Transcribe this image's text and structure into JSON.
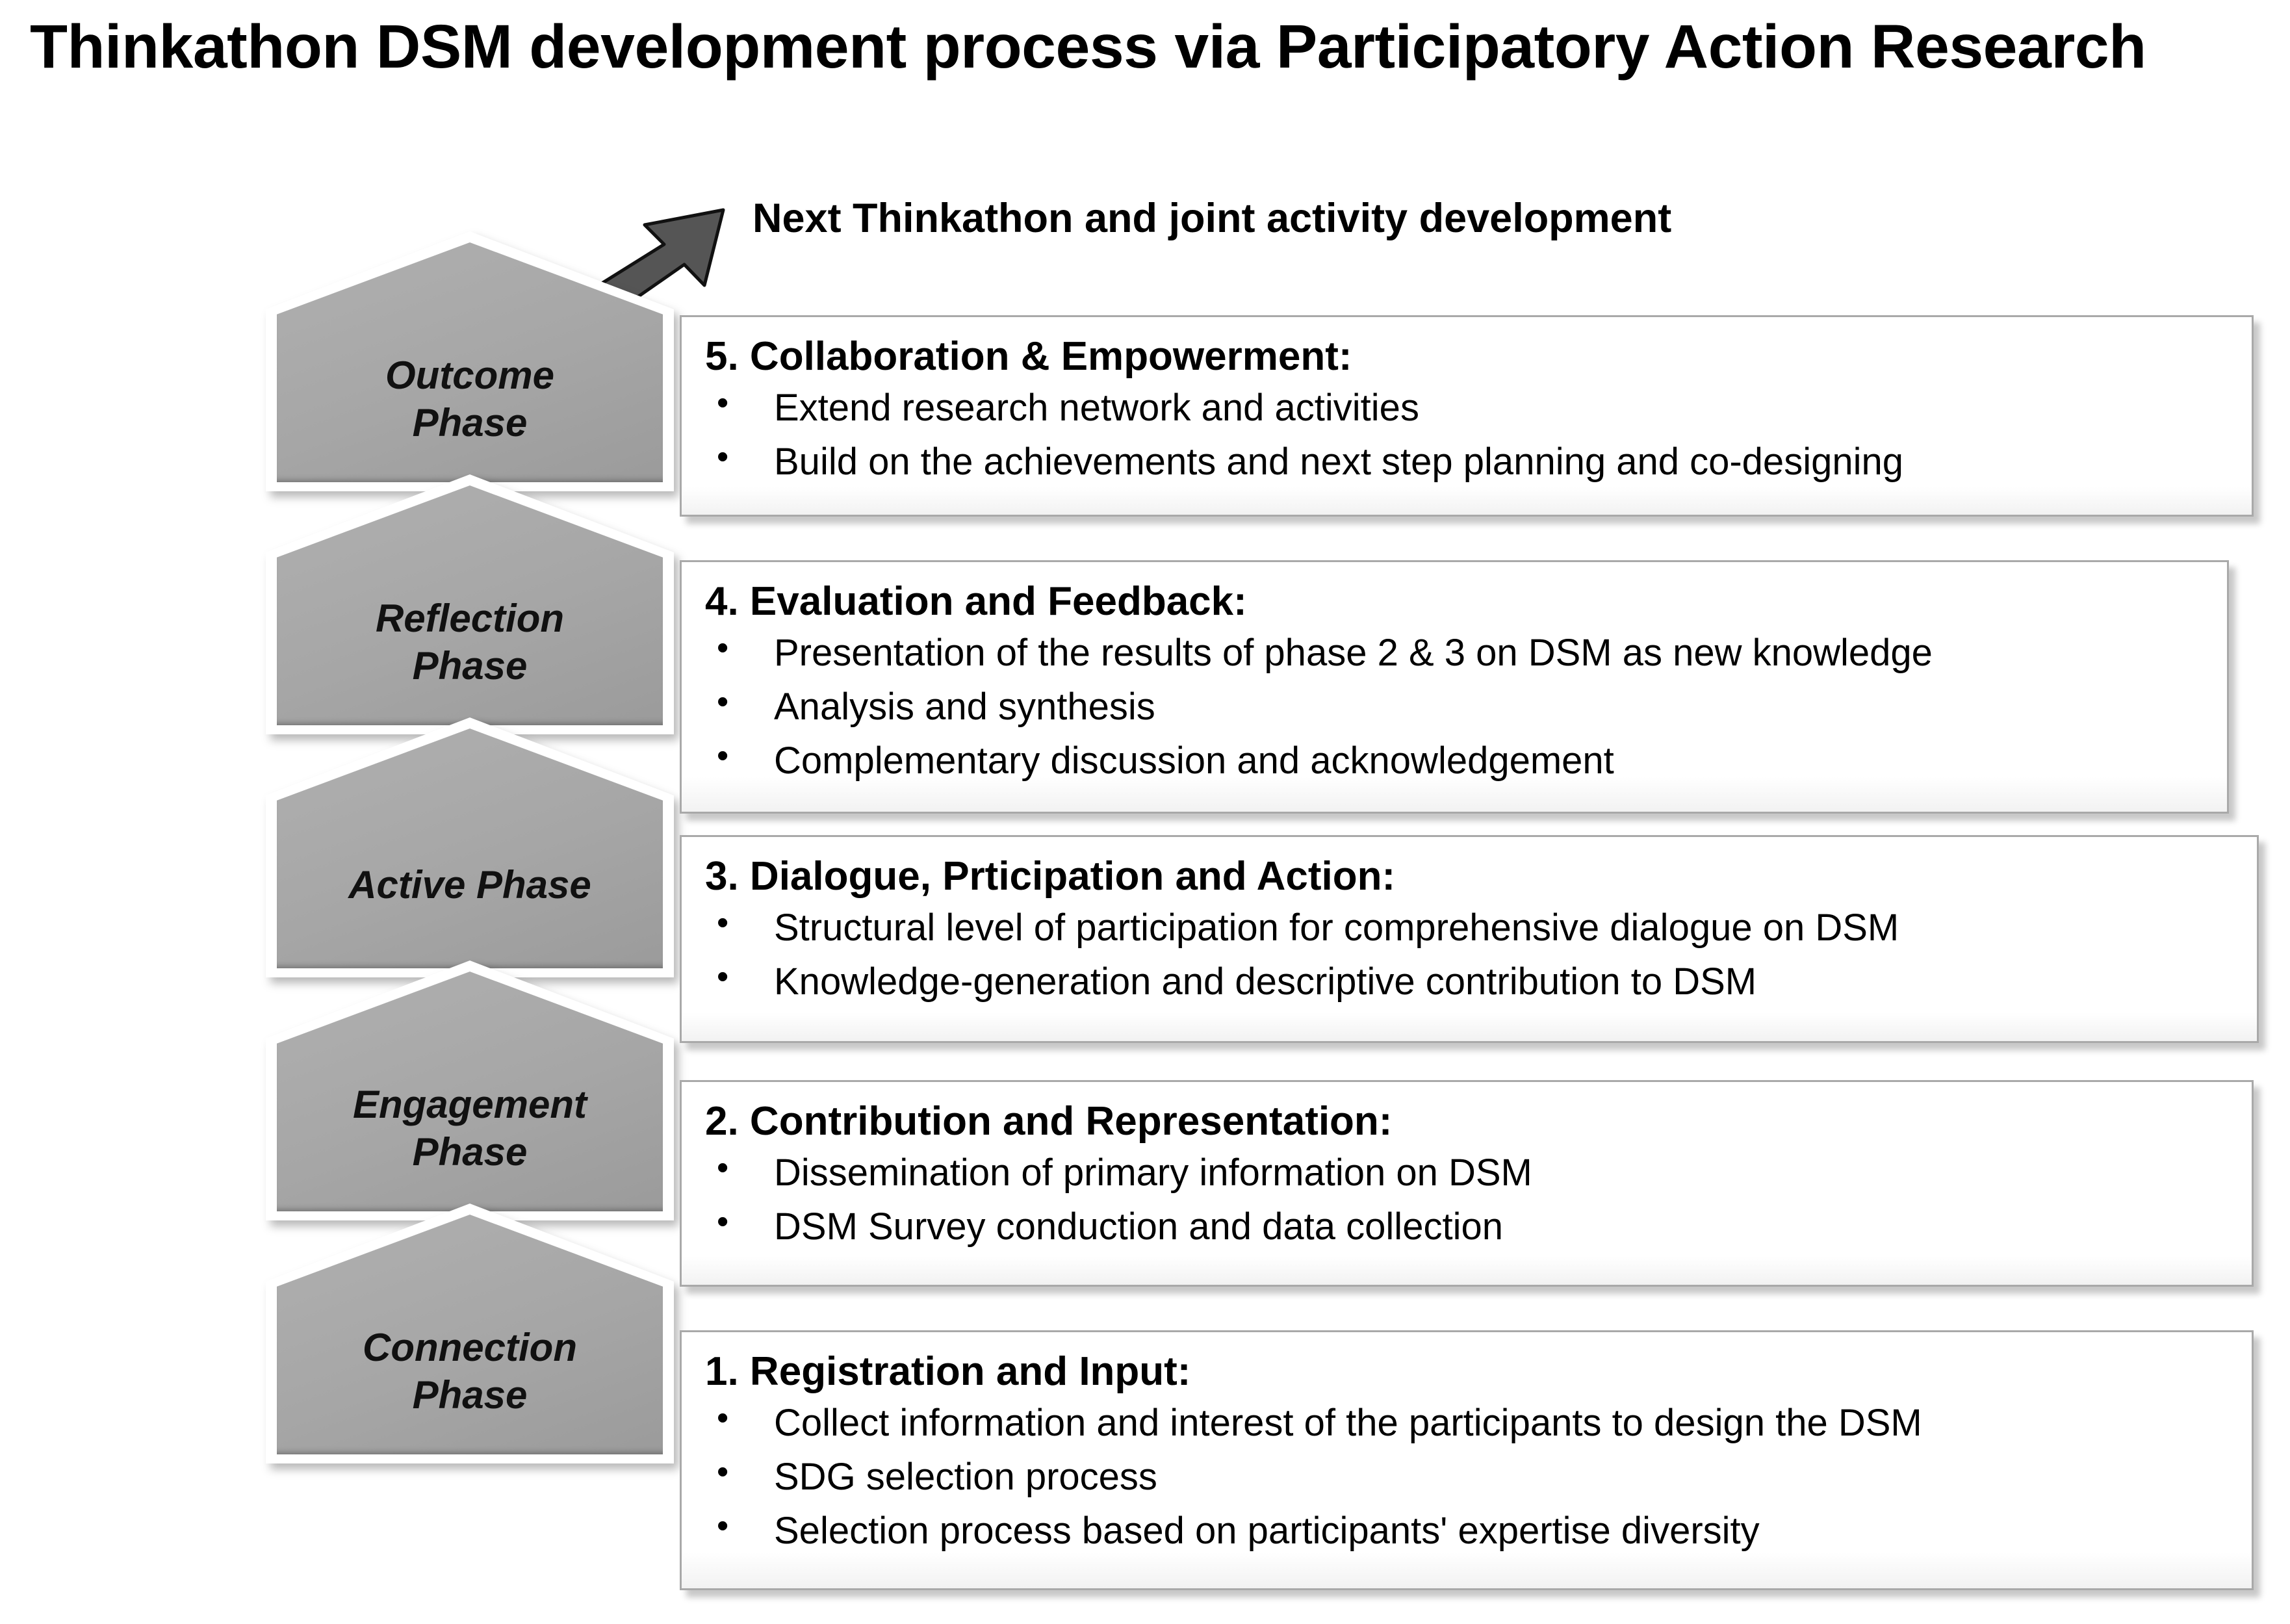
{
  "title": "Thinkathon DSM development process via Participatory Action Research",
  "callout": {
    "label": "Next Thinkathon  and joint activity development",
    "arrow_icon": "arrow-up-right-icon"
  },
  "colors": {
    "phase_fill": "#a6a6a6",
    "phase_outline": "#ffffff",
    "card_border": "#a9a9a9",
    "arrow_fill": "#555555",
    "text": "#000000",
    "background": "#ffffff"
  },
  "phases": [
    {
      "id": "outcome",
      "label_lines": [
        "Outcome",
        "Phase"
      ]
    },
    {
      "id": "reflection",
      "label_lines": [
        "Reflection",
        "Phase"
      ]
    },
    {
      "id": "active",
      "label_lines": [
        "Active Phase"
      ]
    },
    {
      "id": "engagement",
      "label_lines": [
        "Engagement",
        "Phase"
      ]
    },
    {
      "id": "connection",
      "label_lines": [
        "Connection",
        "Phase"
      ]
    }
  ],
  "steps": [
    {
      "id": "step-5",
      "title": "5. Collaboration  & Empowerment:",
      "bullets": [
        "Extend research  network and activities",
        "Build on the achievements and next step planning and co-designing"
      ]
    },
    {
      "id": "step-4",
      "title": "4. Evaluation  and Feedback:",
      "bullets": [
        "Presentation of the results of phase 2 & 3 on DSM as new knowledge",
        "Analysis and synthesis",
        "Complementary discussion and acknowledgement"
      ]
    },
    {
      "id": "step-3",
      "title": "3. Dialogue, Prticipation  and Action:",
      "bullets": [
        "Structural level of participation for comprehensive  dialogue on DSM",
        "Knowledge-generation  and descriptive  contribution to DSM"
      ]
    },
    {
      "id": "step-2",
      "title": "2. Contribution  and Representation:",
      "bullets": [
        "Dissemination of primary information on DSM",
        "DSM Survey conduction and data collection"
      ]
    },
    {
      "id": "step-1",
      "title": "1. Registration and Input:",
      "bullets": [
        "Collect information and interest of the participants to design the DSM",
        "SDG selection  process",
        "Selection process based on participants' expertise diversity"
      ]
    }
  ]
}
